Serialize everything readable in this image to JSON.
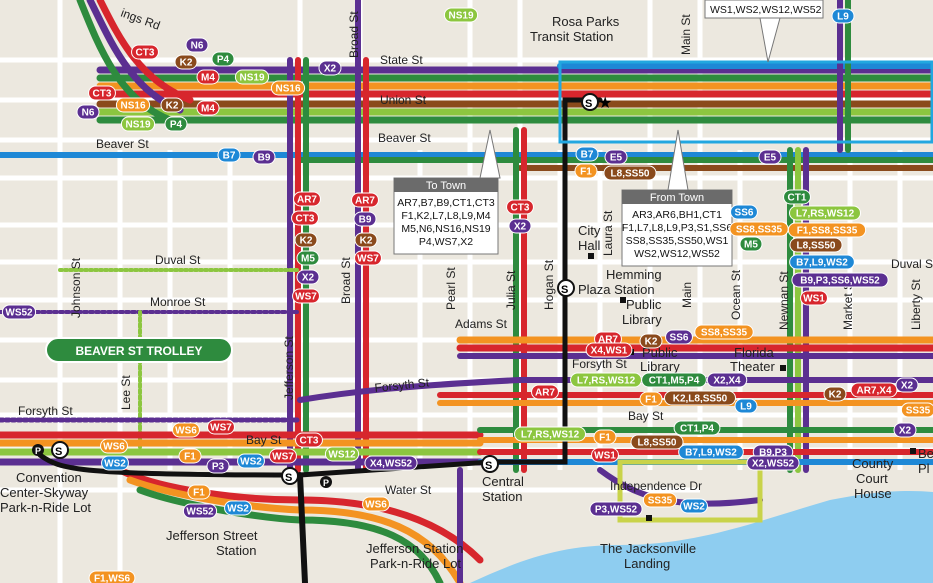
{
  "colors": {
    "red": "#d7262d",
    "orange": "#f39321",
    "green": "#2e8b3e",
    "lime": "#8cc63f",
    "blue": "#1e88d6",
    "purple": "#5b2f91",
    "brown": "#8a4a1c",
    "darkred": "#a3161c",
    "yellowgreen": "#c9d34a",
    "teal": "#22a7e0",
    "water": "#8ecdf0",
    "black": "#111111"
  },
  "streets": {
    "kings_rd": "ings Rd",
    "state_st": "State St",
    "union_st": "Union St",
    "beaver_st_top": "Beaver St",
    "beaver_st_left": "Beaver St",
    "duval_st": "Duval St",
    "duval_st_right": "Duval S",
    "monroe_st": "Monroe St",
    "adams_st": "Adams St",
    "forsyth_st_left": "Forsyth St",
    "forsyth_st_mid": "Forsyth St",
    "forsyth_st_right": "Forsyth St",
    "bay_st_left": "Bay St",
    "bay_st_right": "Bay St",
    "water_st": "Water St",
    "independence_dr": "Independence Dr",
    "broad_st_top": "Broad St",
    "broad_st_mid": "Broad St",
    "main_st_top": "Main St",
    "main_st_mid": "Main",
    "johnson_st": "Johnson St",
    "jefferson_st": "Jefferson St",
    "lee_st": "Lee St",
    "pearl_st": "Pearl St",
    "julia_st": "Julia St",
    "hogan_st": "Hogan St",
    "laura_st": "Laura St",
    "ocean_st": "Ocean St",
    "newnan_st": "Newnan St",
    "market_st": "Market St",
    "liberty_st": "Liberty St"
  },
  "places": {
    "rosa_parks_1": "Rosa Parks",
    "rosa_parks_2": "Transit Station",
    "city_hall_1": "City",
    "city_hall_2": "Hall",
    "hemming_1": "Hemming",
    "hemming_2": "Plaza Station",
    "public_library_a1": "Public",
    "public_library_a2": "Library",
    "public_library_b1": "Public",
    "public_library_b2": "Library",
    "florida_theater_1": "Florida",
    "florida_theater_2": "Theater",
    "convention_1": "Convention",
    "convention_2": "Center-Skyway",
    "convention_3": "Park-n-Ride Lot",
    "central_1": "Central",
    "central_2": "Station",
    "jefferson_station_1": "Jefferson Street",
    "jefferson_station_2": "Station",
    "jefferson_pnr_1": "Jefferson Station",
    "jefferson_pnr_2": "Park-n-Ride Lot",
    "jacksonville_landing_1": "The Jacksonville",
    "jacksonville_landing_2": "Landing",
    "county_courthouse_1": "County",
    "county_courthouse_2": "Court",
    "county_courthouse_3": "House",
    "be_1": "Be",
    "be_2": "Pl"
  },
  "trolley_label": "BEAVER ST TROLLEY",
  "callouts": {
    "top_right": "WS1,WS2,WS12,WS52",
    "to_town_title": "To Town",
    "to_town_lines": [
      "AR7,B7,B9,CT1,CT3",
      "F1,K2,L7,L8,L9,M4",
      "M5,N6,NS16,NS19",
      "P4,WS7,X2"
    ],
    "from_town_title": "From Town",
    "from_town_lines": [
      "AR3,AR6,BH1,CT1",
      "F1,L7,L8,L9,P3,S1,SS6",
      "SS8,SS35,SS50,WS1",
      "WS2,WS12,WS52"
    ]
  },
  "route_badges": {
    "ct3_top": "CT3",
    "n6_top": "N6",
    "k2_top": "K2",
    "p4_top": "P4",
    "m4_top": "M4",
    "ns19_top": "NS19",
    "x2_top": "X2",
    "ns19_top2": "NS19",
    "l9_top": "L9",
    "ct3_left": "CT3",
    "n6_left": "N6",
    "ns16_left": "NS16",
    "k2_left": "K2",
    "m4_left": "M4",
    "ns19_left": "NS19",
    "p4_left": "P4",
    "ns16_mid": "NS16",
    "b7_beaver": "B7",
    "b9_beaver": "B9",
    "b7_right": "B7",
    "e5_right": "E5",
    "e5_far": "E5",
    "f1_a": "F1",
    "l8ss50_a": "L8,SS50",
    "ar7_a": "AR7",
    "ct3_a": "CT3",
    "k2_a": "K2",
    "m5_a": "M5",
    "x2_a": "X2",
    "ws7_a": "WS7",
    "ar7_b": "AR7",
    "b9_b": "B9",
    "k2_b": "K2",
    "ws7_b": "WS7",
    "ct3_julia": "CT3",
    "x2_julia": "X2",
    "ss6_r": "SS6",
    "ss8ss35_r": "SS8,SS35",
    "m5_r": "M5",
    "ct1_r": "CT1",
    "l7rs_r": "L7,RS,WS12",
    "f1ss8_r": "F1,SS8,SS35",
    "l8ss50_r": "L8,SS50",
    "b7l9_r": "B7,L9,WS2",
    "b9p3_r": "B9,P3,SS6,WS52",
    "ws1_r": "WS1",
    "ws52_left": "WS52",
    "ar7_adams": "AR7",
    "x4ws1": "X4,WS1",
    "k2_adams": "K2",
    "ss6_adams": "SS6",
    "ss8ss35_adams": "SS8,SS35",
    "l7rs_forsyth": "L7,RS,WS12",
    "ct1m5p4": "CT1,M5,P4",
    "x2x4": "X2,X4",
    "ar7_forsyth": "AR7",
    "f1_forsyth": "F1",
    "k2l8": "K2,L8,SS50",
    "l9_forsyth": "L9",
    "k2_right": "K2",
    "ar7x4_right": "AR7,X4",
    "x2_right": "X2",
    "ss35_right": "SS35",
    "x2_right2": "X2",
    "ws7_bay": "WS7",
    "ws6_bay": "WS6",
    "ws6_conv": "WS6",
    "ws2_conv": "WS2",
    "ct3_bay": "CT3",
    "ws7_bay2": "WS7",
    "f1_bay": "F1",
    "p3_bay": "P3",
    "ws2_bay": "WS2",
    "ws12_bay": "WS12",
    "x4ws52": "X4,WS52",
    "l7rs_bay": "L7,RS,WS12",
    "f1_bay2": "F1",
    "ct1p4": "CT1,P4",
    "l8ss50_bay": "L8,SS50",
    "ws1_bay": "WS1",
    "b7l9ws2_bay": "B7,L9,WS2",
    "b9p3x2": "B9,P3",
    "b9p3x2b": "X2,WS52",
    "f1_water": "F1",
    "ws52_water": "WS52",
    "ws2_water": "WS2",
    "ws6_water": "WS6",
    "ss35_water": "SS35",
    "p3ws52_water": "P3,WS52",
    "ws2_water2": "WS2",
    "f1ws6_bottom": "F1,WS6"
  }
}
